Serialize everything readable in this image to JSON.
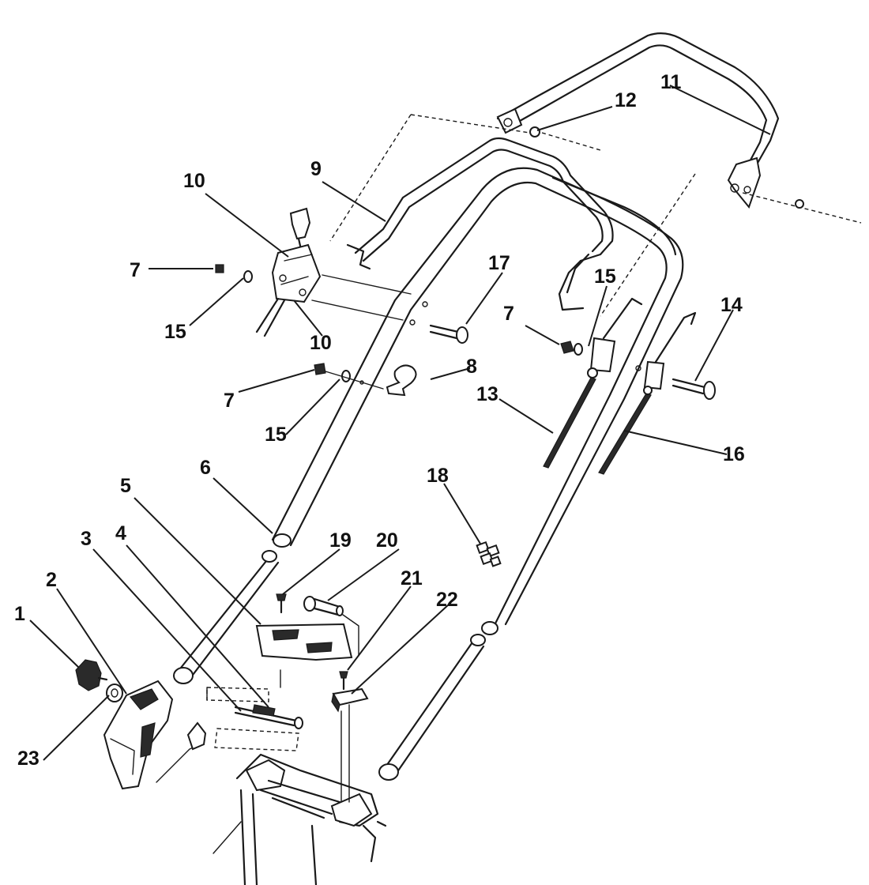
{
  "diagram": {
    "callouts": {
      "c1": "1",
      "c2": "2",
      "c3": "3",
      "c4": "4",
      "c5": "5",
      "c6": "6",
      "c7a": "7",
      "c7b": "7",
      "c7c": "7",
      "c8": "8",
      "c9": "9",
      "c10a": "10",
      "c10b": "10",
      "c11": "11",
      "c12": "12",
      "c13": "13",
      "c14": "14",
      "c15a": "15",
      "c15b": "15",
      "c15c": "15",
      "c16": "16",
      "c17": "17",
      "c18": "18",
      "c19": "19",
      "c20": "20",
      "c21": "21",
      "c22": "22",
      "c23": "23"
    }
  }
}
